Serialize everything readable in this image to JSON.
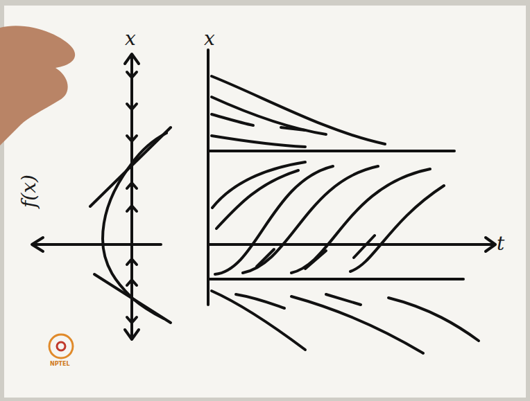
{
  "diagram": {
    "labels": [
      "x",
      "f(x)",
      "x",
      "t",
      "NPTEL"
    ]
  }
}
